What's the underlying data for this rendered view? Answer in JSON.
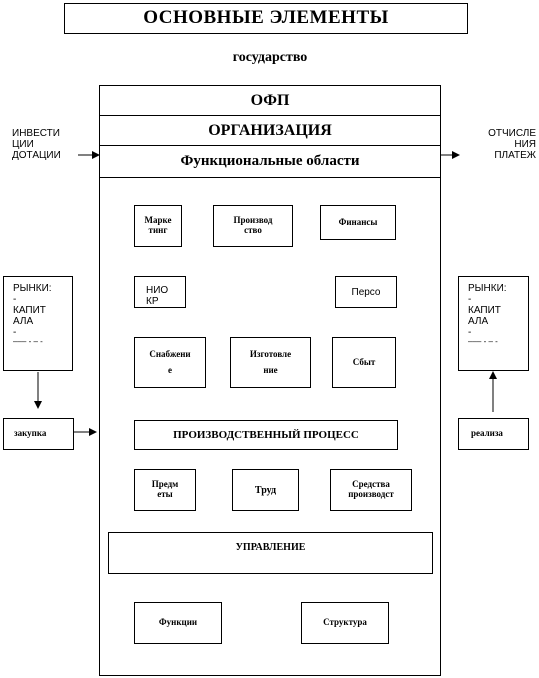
{
  "title": "ОСНОВНЫЕ ЭЛЕМЕНТЫ",
  "subtitle": "государство",
  "ofp": "ОФП",
  "organization": "ОРГАНИЗАЦИЯ",
  "functional_areas": "Функциональные области",
  "left_inputs": [
    "ИНВЕСТИ",
    "ЦИИ",
    "ДОТАЦИИ"
  ],
  "right_outputs": [
    "ОТЧИСЛЕ",
    "НИЯ",
    "ПЛАТЕЖ"
  ],
  "areas": {
    "marketing": [
      "Марке",
      "тинг"
    ],
    "production": [
      "Производ",
      "ство"
    ],
    "finance": "Финансы",
    "nio": [
      "НИО",
      "КР"
    ],
    "personnel": "Персо"
  },
  "chain": {
    "supply": [
      "Снабжени",
      "е"
    ],
    "manufacturing": [
      "Изготовле",
      "ние"
    ],
    "sales": "Сбыт"
  },
  "process": "ПРОИЗВОДСТВЕННЫЙ ПРОЦЕСС",
  "factors": {
    "objects": [
      "Предм",
      "еты"
    ],
    "labor": "Труд",
    "means": [
      "Средства",
      "производст"
    ]
  },
  "management": "УПРАВЛЕНИЕ",
  "functions": "Функции",
  "structure": "Структура",
  "markets_left": [
    "РЫНКИ:",
    "-",
    "КАПИТ",
    "АЛА",
    "-",
    "––– - – -"
  ],
  "markets_right": [
    "РЫНКИ:",
    "-",
    "КАПИТ",
    "АЛА",
    "-",
    "––– - – -"
  ],
  "purchase": "закупка",
  "sale": "реализа"
}
